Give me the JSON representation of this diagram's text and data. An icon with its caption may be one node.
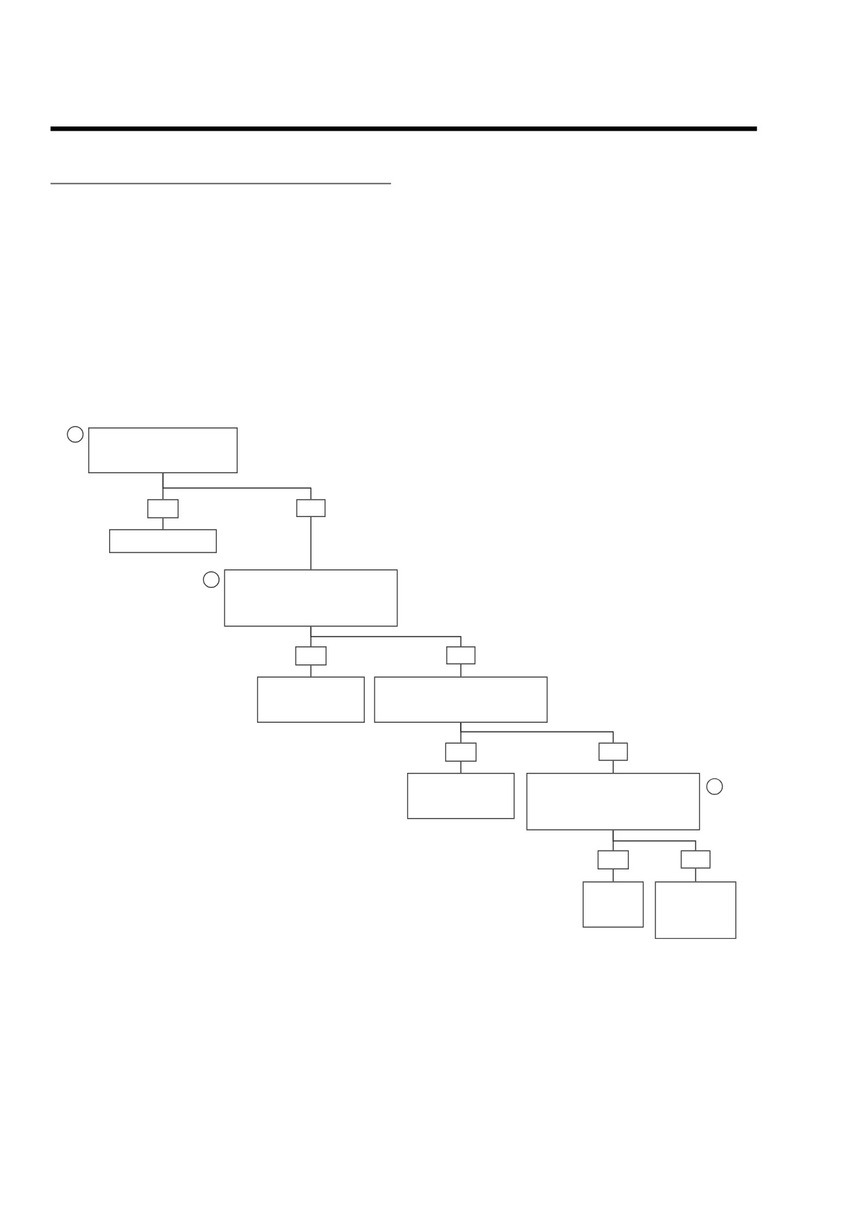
{
  "diagram": {
    "nodes": [
      {
        "text": [],
        "shape": "circle"
      },
      {
        "text": [],
        "shape": "box"
      },
      {
        "text": [],
        "shape": "box"
      },
      {
        "text": [],
        "shape": "box"
      },
      {
        "text": [],
        "shape": "box"
      },
      {
        "text": [],
        "shape": "circle"
      },
      {
        "text": [],
        "shape": "box"
      },
      {
        "text": [],
        "shape": "box"
      },
      {
        "text": [],
        "shape": "box"
      },
      {
        "text": [],
        "shape": "box"
      },
      {
        "text": [],
        "shape": "box"
      },
      {
        "text": [],
        "shape": "box"
      },
      {
        "text": [],
        "shape": "box"
      },
      {
        "text": [],
        "shape": "box"
      },
      {
        "text": [],
        "shape": "box"
      },
      {
        "text": [],
        "shape": "circle"
      },
      {
        "text": [],
        "shape": "box"
      },
      {
        "text": [],
        "shape": "box"
      },
      {
        "text": [],
        "shape": "box"
      },
      {
        "text": [],
        "shape": "box"
      }
    ],
    "edges": [
      {
        "from": 1,
        "to": 2,
        "arrow": "none"
      },
      {
        "from": 1,
        "to": 3,
        "arrow": "none"
      },
      {
        "from": 2,
        "to": 4,
        "arrow": "none"
      },
      {
        "from": 3,
        "to": 6,
        "arrow": "none"
      },
      {
        "from": 6,
        "to": 7,
        "arrow": "none"
      },
      {
        "from": 6,
        "to": 8,
        "arrow": "none"
      },
      {
        "from": 7,
        "to": 9,
        "arrow": "none"
      },
      {
        "from": 8,
        "to": 10,
        "arrow": "none"
      },
      {
        "from": 10,
        "to": 11,
        "arrow": "none"
      },
      {
        "from": 10,
        "to": 12,
        "arrow": "none"
      },
      {
        "from": 11,
        "to": 13,
        "arrow": "none"
      },
      {
        "from": 12,
        "to": 14,
        "arrow": "none"
      },
      {
        "from": 14,
        "to": 16,
        "arrow": "none"
      },
      {
        "from": 14,
        "to": 17,
        "arrow": "none"
      },
      {
        "from": 16,
        "to": 18,
        "arrow": "none"
      },
      {
        "from": 17,
        "to": 19,
        "arrow": "none"
      }
    ]
  }
}
